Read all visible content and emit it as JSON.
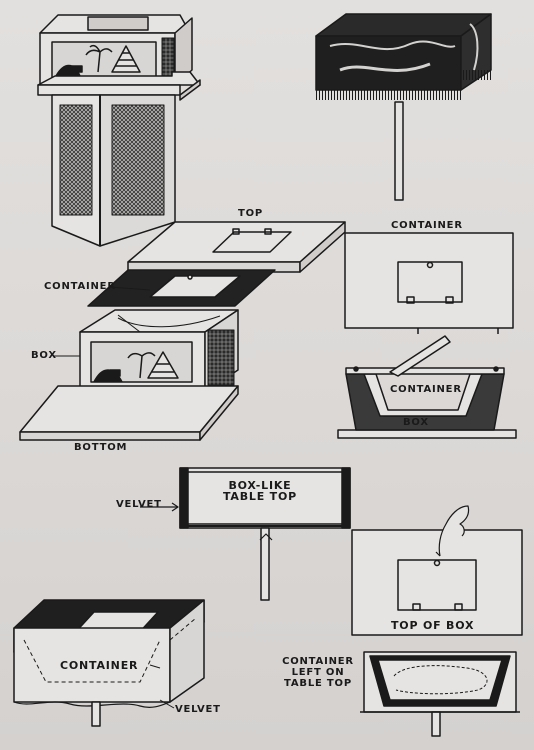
{
  "labels": {
    "top": "TOP",
    "container_main": "CONTAINER",
    "box": "BOX",
    "bottom": "BOTTOM",
    "container_side": "CONTAINER",
    "container_inner": "CONTAINER",
    "box_inner": "BOX",
    "velvet_upper": "VELVET",
    "box_like_line1": "BOX-LIKE",
    "box_like_line2": "TABLE TOP",
    "top_of_box": "TOP OF BOX",
    "container_lower": "CONTAINER",
    "velvet_lower": "VELVET",
    "container_left_line1": "CONTAINER",
    "container_left_line2": "LEFT ON",
    "container_left_line3": "TABLE TOP"
  },
  "colors": {
    "ink": "#1a1a1a",
    "paper": "#e0dedc"
  }
}
